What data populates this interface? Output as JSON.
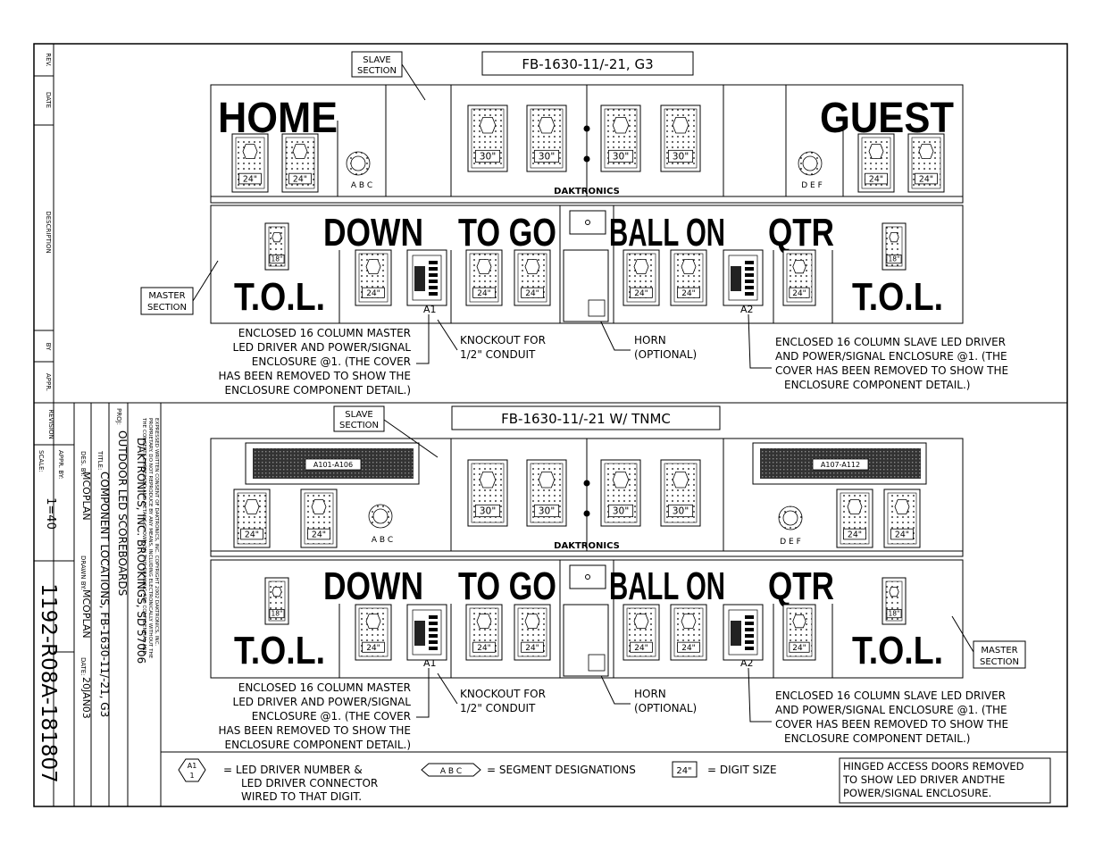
{
  "revision_block": {
    "rev": "REV.",
    "date": "DATE",
    "description": "DESCRIPTION",
    "by": "BY",
    "appr": "APPR."
  },
  "title_block": {
    "revision_label": "REVISION",
    "appr_by": "APPR. BY:",
    "scale_label": "SCALE:",
    "scale": "1=40",
    "des_by_label": "DES. BY:",
    "des_by": "MCOPLAN",
    "drawn_by_label": "DRAWN BY:",
    "drawn_by": "MCOPLAN",
    "date_label": "DATE:",
    "date": "20JAN03",
    "title_label": "TITLE:",
    "title": "COMPONENT LOCATIONS, FB-1630-11/-21, G3",
    "proj_label": "PROJ:",
    "proj": "OUTDOOR LED SCOREBOARDS",
    "company": "DAKTRONICS, INC.  BROOKINGS, SD  57006",
    "drawing_number": "1192-R08A-181807",
    "confidential": [
      "THE CONCEPTS EXPRESSED AND DETAILS SHOWN ON THIS DRAWING ARE CONFIDENTIAL AND",
      "PROPRIETARY. DO NOT REPRODUCE BY ANY MEANS, INCLUDING ELECTRONICALLY WITHOUT THE",
      "EXPRESSED WRITTEN CONSENT OF DAKTRONICS, INC.           COPYRIGHT 2002 DAKTRONICS, INC."
    ]
  },
  "top_view": {
    "title": "FB-1630-11/-21, G3",
    "slave_section": [
      "SLAVE",
      "SECTION"
    ],
    "master_section": [
      "MASTER",
      "SECTION"
    ],
    "home": "HOME",
    "guest": "GUEST",
    "daktronics": "DAKTRONICS",
    "abc": "A B C",
    "def": "D E F"
  },
  "bottom_view": {
    "title": "FB-1630-11/-21 W/ TNMC",
    "slave_section": [
      "SLAVE",
      "SECTION"
    ],
    "master_section": [
      "MASTER",
      "SECTION"
    ],
    "daktronics": "DAKTRONICS",
    "abc": "A B C",
    "def": "D E F",
    "tnmc_left": "A101-A106",
    "tnmc_right": "A107-A112"
  },
  "lower_section": {
    "down": "DOWN",
    "to_go": "TO GO",
    "ball_on": "BALL ON",
    "qtr": "QTR",
    "tol": "T.O.L.",
    "a1": "A1",
    "a2": "A2"
  },
  "digits": {
    "d24": "24\"",
    "d30": "30\"",
    "d18": "18\""
  },
  "callouts": {
    "master_enclosure": [
      "ENCLOSED 16 COLUMN MASTER",
      "LED DRIVER AND POWER/SIGNAL",
      "ENCLOSURE @1.  (THE COVER",
      "HAS BEEN REMOVED TO SHOW THE",
      "ENCLOSURE COMPONENT DETAIL.)"
    ],
    "knockout": [
      "KNOCKOUT FOR",
      "1/2\" CONDUIT"
    ],
    "horn": [
      "HORN",
      "(OPTIONAL)"
    ],
    "slave_enclosure": [
      "ENCLOSED 16 COLUMN SLAVE LED DRIVER",
      "AND POWER/SIGNAL ENCLOSURE @1.  (THE",
      "COVER HAS BEEN REMOVED TO SHOW THE",
      "ENCLOSURE COMPONENT DETAIL.)"
    ]
  },
  "legend": {
    "driver_top": "A1",
    "driver_bottom": "1",
    "driver_text": [
      "= LED DRIVER NUMBER &",
      "LED DRIVER CONNECTOR",
      "WIRED TO THAT DIGIT."
    ],
    "segment_box": "A B C",
    "segment_text": "= SEGMENT DESIGNATIONS",
    "digit_box": "24\"",
    "digit_text": "= DIGIT SIZE",
    "note": [
      "HINGED ACCESS DOORS REMOVED",
      "TO SHOW LED DRIVER ANDTHE",
      "POWER/SIGNAL ENCLOSURE."
    ]
  }
}
